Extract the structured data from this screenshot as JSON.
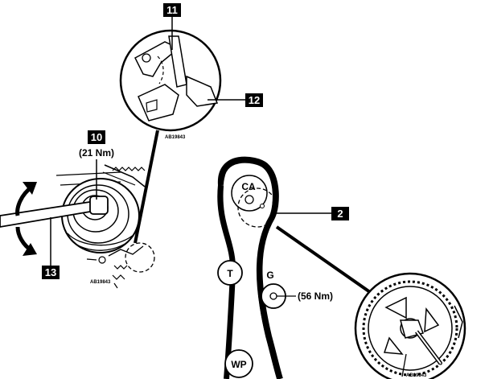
{
  "callouts": {
    "c11": "11",
    "c12": "12",
    "c10": "10",
    "c2": "2",
    "c13": "13"
  },
  "torques": {
    "crank_bolt": "(21 Nm)",
    "idler": "(56 Nm)"
  },
  "pulleys": {
    "camshaft": "CA",
    "tensioner": "T",
    "idler": "G",
    "water_pump": "WP"
  },
  "refs": {
    "top_detail": "AB19843",
    "crank_detail": "AB19843",
    "cam_detail": "AB19843"
  },
  "colors": {
    "ink": "#000000",
    "paper": "#ffffff"
  }
}
